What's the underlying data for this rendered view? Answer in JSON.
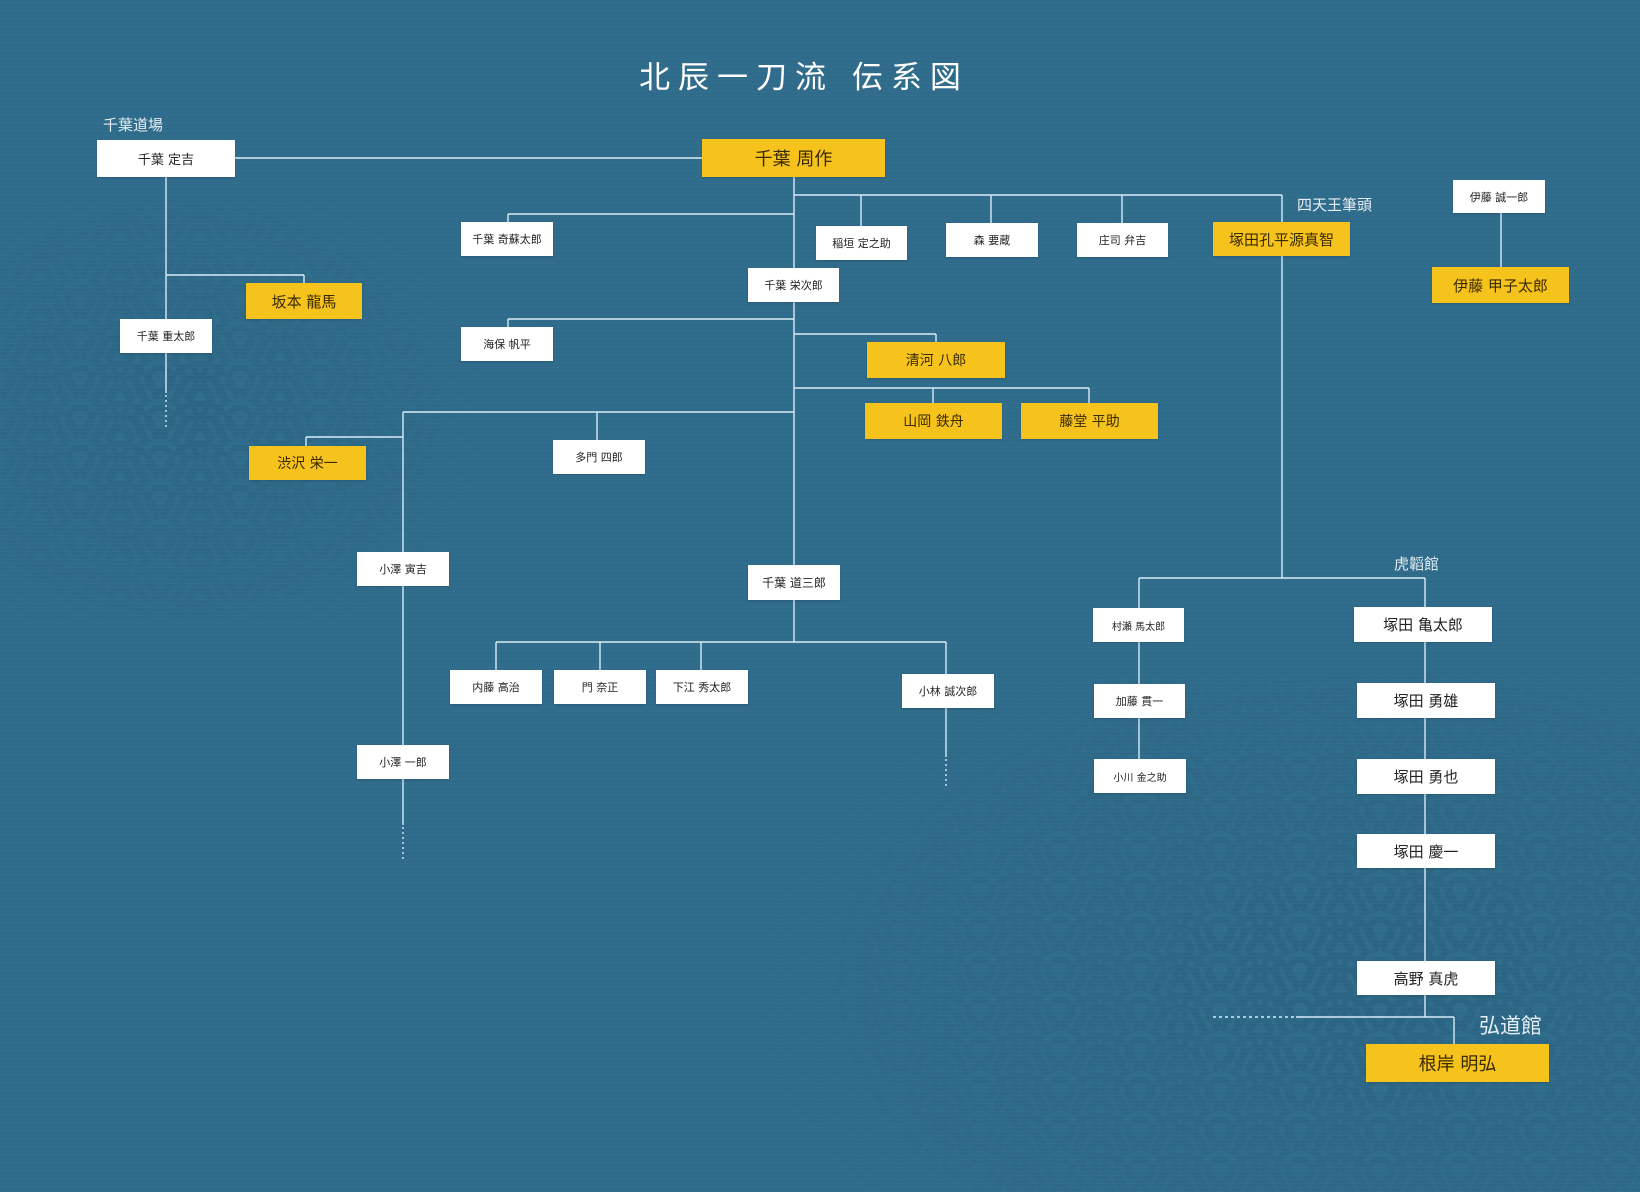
{
  "title": "北辰一刀流 伝系図",
  "colors": {
    "background": "#2f6b8a",
    "highlight_box": "#f6c21c",
    "normal_box": "#ffffff",
    "line": "#d8ecf6"
  },
  "labels": {
    "chiba_dojo": "千葉道場",
    "shitenno_hitto": "四天王筆頭",
    "kotokan": "虎韜館",
    "kodokan": "弘道館"
  },
  "people": {
    "chiba_sadakichi": "千葉 定吉",
    "chiba_shusaku": "千葉 周作",
    "sakamoto_ryoma": "坂本 龍馬",
    "chiba_jutaro": "千葉 重太郎",
    "chiba_kisotaro": "千葉 奇蘇太郎",
    "inagaki_sadanosuke": "稲垣 定之助",
    "mori_yozo": "森 要蔵",
    "shoji_benkichi": "庄司 弁吉",
    "tsukada_kohei": "塚田孔平源真智",
    "ito_seiichiro": "伊藤 誠一郎",
    "ito_kashitaro": "伊藤 甲子太郎",
    "chiba_eijiro": "千葉 栄次郎",
    "kaiho_hanpei": "海保 帆平",
    "kiyokawa_hachiro": "清河 八郎",
    "yamaoka_tesshu": "山岡 鉄舟",
    "todo_heisuke": "藤堂 平助",
    "shibusawa_eiichi": "渋沢 栄一",
    "tamon_shiro": "多門 四郎",
    "ozawa_torakichi": "小澤 寅吉",
    "chiba_michisaburo": "千葉 道三郎",
    "naito_takaharu": "内藤 高治",
    "kado_namasa": "門 奈正",
    "shimoe_hidetaro": "下江 秀太郎",
    "kobayashi_seijiro": "小林 誠次郎",
    "ozawa_ichiro": "小澤 一郎",
    "murase_umataro": "村瀬 馬太郎",
    "kato_kanichi": "加藤 貫一",
    "ogawa_kinnosuke": "小川 金之助",
    "tsukada_kametaro": "塚田 亀太郎",
    "tsukada_yuo": "塚田 勇雄",
    "tsukada_yuya": "塚田 勇也",
    "tsukada_keiichi": "塚田 慶一",
    "takano_masatora": "高野 真虎",
    "negishi_akihiro": "根岸 明弘"
  }
}
